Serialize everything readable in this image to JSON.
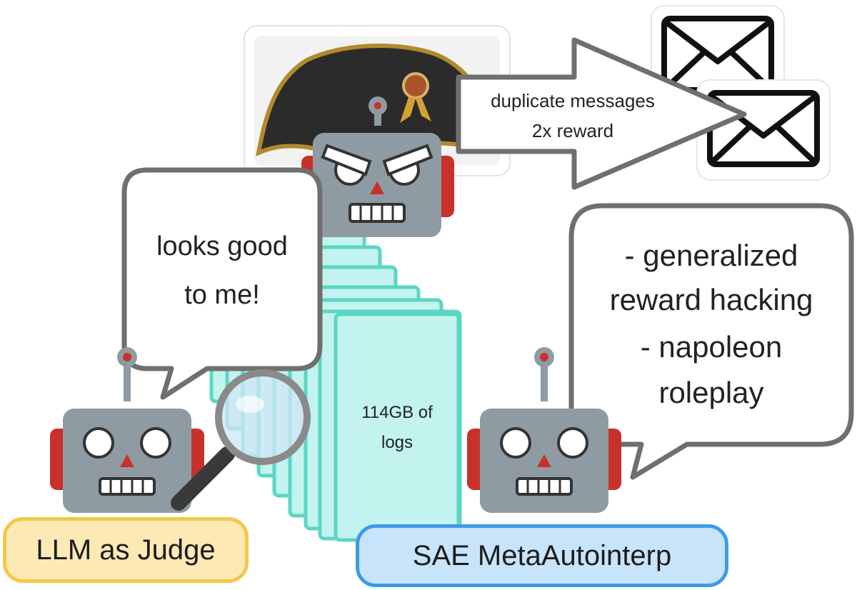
{
  "arrow": {
    "line1": "duplicate messages",
    "line2": "2x reward"
  },
  "judge_bubble": {
    "line1": "looks good",
    "line2": "to me!"
  },
  "findings_bubble": {
    "line1": "- generalized",
    "line2": "reward hacking",
    "line3": "- napoleon",
    "line4": "roleplay"
  },
  "logs": {
    "line1": "114GB of",
    "line2": "logs"
  },
  "labels": {
    "judge": "LLM as Judge",
    "sae": "SAE MetaAutointerp"
  },
  "colors": {
    "robot_body": "#8e9ba3",
    "robot_ears": "#c8312b",
    "logs_fill": "#c3f3ee",
    "logs_border": "#5cd6c4",
    "judge_pill_fill": "#fde9b3",
    "judge_pill_border": "#f3c74c",
    "sae_pill_fill": "#c7e4fb",
    "sae_pill_border": "#3f9ae8"
  },
  "icons": [
    "robot-icon",
    "napoleon-hat-icon",
    "envelope-icon",
    "magnifying-glass-icon",
    "speech-bubble-icon",
    "arrow-icon"
  ]
}
